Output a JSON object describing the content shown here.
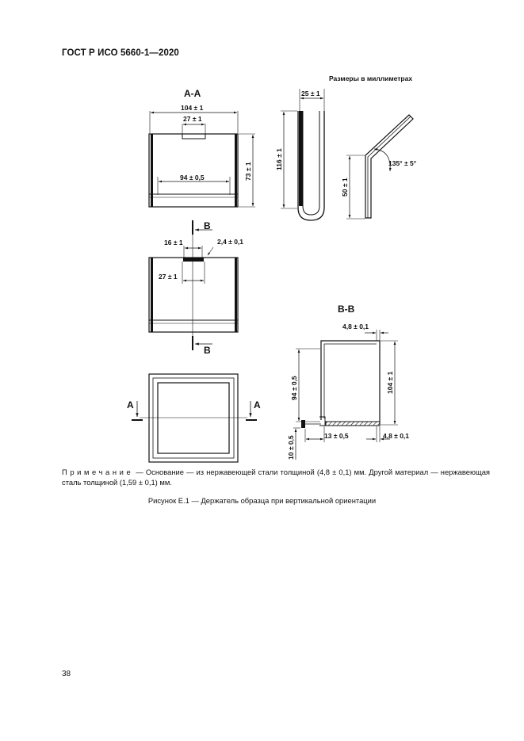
{
  "header": {
    "doc_id": "ГОСТ Р ИСО 5660-1—2020"
  },
  "figure": {
    "units_note": "Размеры в миллиметрах",
    "section_aa": {
      "title": "А-А",
      "dim_width": "104 ± 1",
      "dim_slot": "27 ± 1",
      "dim_inner": "94 ± 0,5",
      "dim_height": "73 ± 1"
    },
    "side_view": {
      "dim_top": "25 ± 1",
      "dim_height": "116 ± 1",
      "dim_angle": "135° ± 5°",
      "dim_base": "50 ± 1"
    },
    "front_view": {
      "marker_b": "В",
      "dim_16": "16 ± 1",
      "dim_24": "2,4 ± 0,1",
      "dim_27": "27 ± 1"
    },
    "top_view": {
      "marker_a": "А"
    },
    "section_bb": {
      "title": "В-В",
      "dim_48_top": "4,8 ± 0,1",
      "dim_94": "94 ± 0,5",
      "dim_104": "104 ± 1",
      "dim_10": "10 ± 0,5",
      "dim_13": "13 ± 0,5",
      "dim_48_bottom": "4,8 ± 0,1"
    }
  },
  "note": {
    "label": "Примечание",
    "text": " — Основание — из нержавеющей стали толщиной (4,8 ± 0,1) мм. Другой материал — нержавеющая сталь толщиной (1,59 ± 0,1) мм."
  },
  "caption": "Рисунок Е.1 — Держатель образца при вертикальной ориентации",
  "page_number": "38"
}
